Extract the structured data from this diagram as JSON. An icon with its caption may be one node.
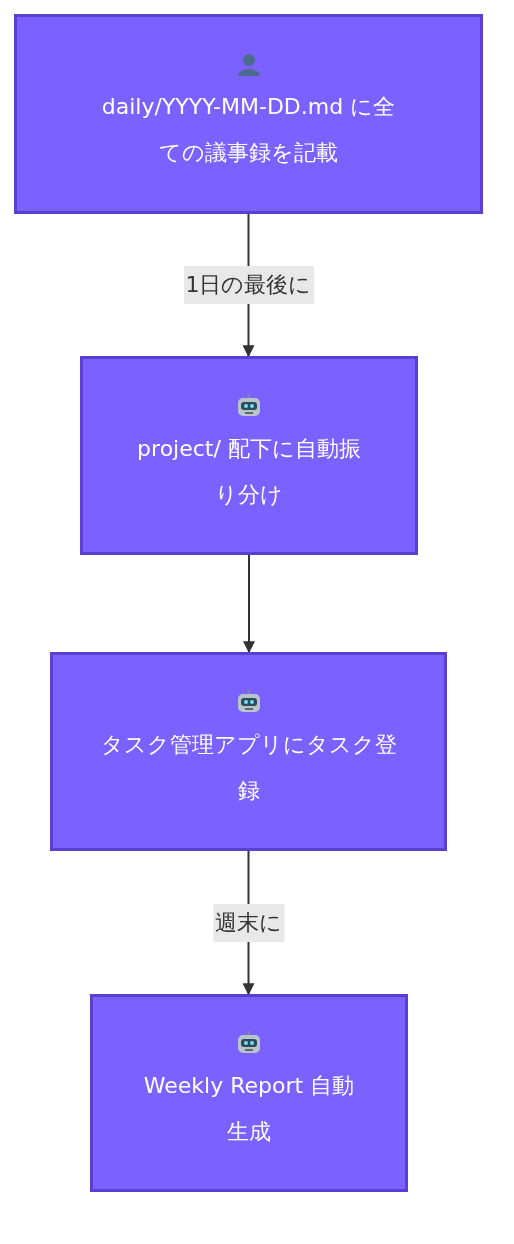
{
  "diagram": {
    "nodes": [
      {
        "text": [
          "daily/YYYY-MM-DD.md に全ての議事録を記載"
        ]
      },
      {
        "text": [
          "project/ 配下に自動振り分け"
        ]
      },
      {
        "text": [
          "タスク管理アプリにタスク登録"
        ]
      },
      {
        "text": [
          "Weekly Report 自動生成"
        ]
      }
    ],
    "edges": [
      {
        "from": 0,
        "to": 1,
        "arrow": "to",
        "label": "1日の最後に"
      },
      {
        "from": 1,
        "to": 2,
        "arrow": "to"
      },
      {
        "from": 2,
        "to": 3,
        "arrow": "to",
        "label": "週末に"
      }
    ]
  }
}
